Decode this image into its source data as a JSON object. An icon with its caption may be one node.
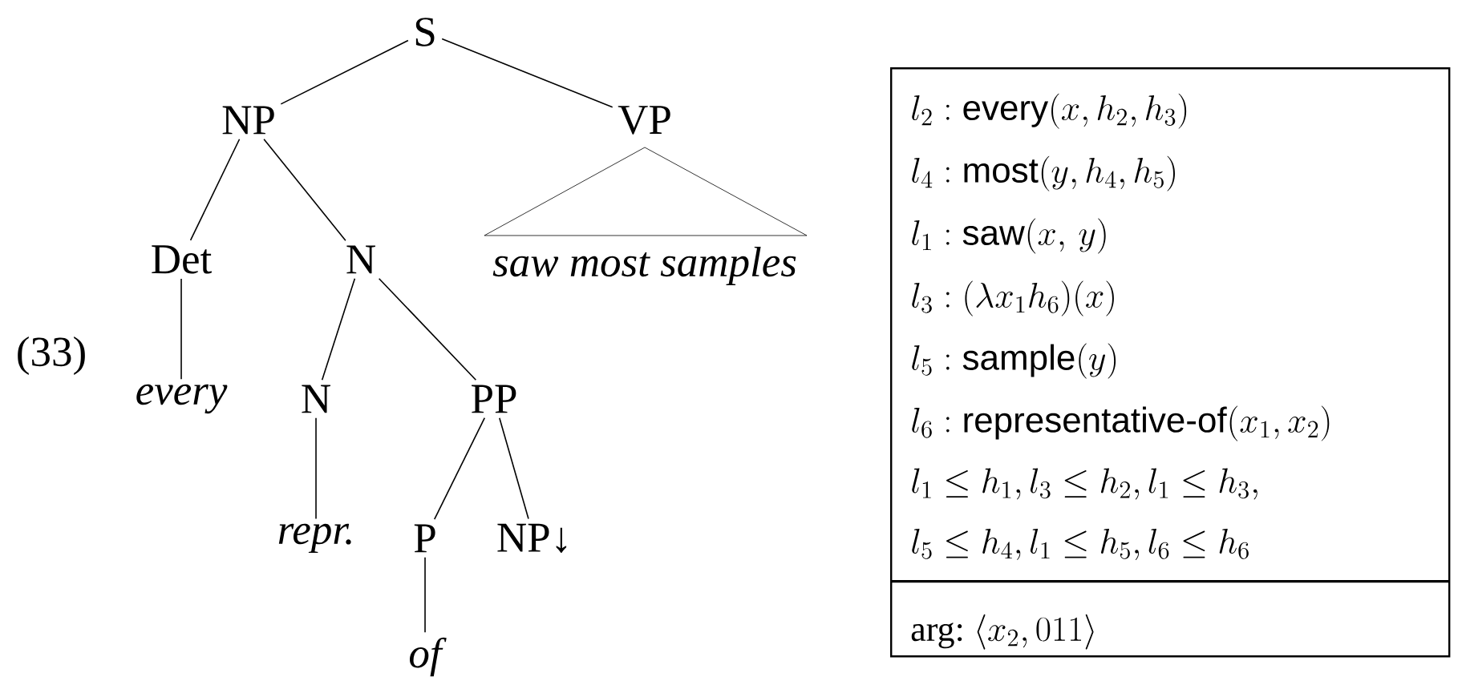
{
  "diagram": {
    "nodes": [
      {
        "text": [
          "S"
        ]
      },
      {
        "text": [
          "NP"
        ]
      },
      {
        "text": [
          "VP"
        ]
      },
      {
        "text": [
          "Det"
        ]
      },
      {
        "text": [
          "N"
        ]
      },
      {
        "text": [
          "every"
        ]
      },
      {
        "text": [
          "N"
        ]
      },
      {
        "text": [
          "PP"
        ]
      },
      {
        "text": [
          "repr."
        ]
      },
      {
        "text": [
          "P"
        ]
      },
      {
        "text": [
          "NP↓"
        ]
      },
      {
        "text": [
          "of"
        ]
      },
      {
        "text": [
          "saw most samples"
        ]
      },
      {
        "text": [
          "l_2 : \\textsf{every}(x, h_2, h_3)",
          "l_4 : \\textsf{most}(y, h_4, h_5)",
          "l_1 : \\textsf{saw}(x,\\, y)",
          "l_3 : (\\lambda x_1 h_6)(x)",
          "l_5 : \\textsf{sample}(y)",
          "l_6 : \\textsf{representative-of}(x_1, x_2)",
          "l_1 \\leq h_1, l_3 \\leq h_2, l_1 \\leq h_3,",
          "l_5 \\leq h_4, l_1 \\leq h_5, l_6 \\leq h_6",
          "\\textrm{arg:}\\ \\langle x_2, 011\\rangle"
        ]
      }
    ],
    "edges": [
      {
        "from": 0,
        "to": 1,
        "arrow": "none"
      },
      {
        "from": 0,
        "to": 2,
        "arrow": "none"
      },
      {
        "from": 1,
        "to": 3,
        "arrow": "none"
      },
      {
        "from": 1,
        "to": 4,
        "arrow": "none"
      },
      {
        "from": 3,
        "to": 5,
        "arrow": "none"
      },
      {
        "from": 4,
        "to": 6,
        "arrow": "none"
      },
      {
        "from": 4,
        "to": 7,
        "arrow": "none"
      },
      {
        "from": 6,
        "to": 8,
        "arrow": "none"
      },
      {
        "from": 7,
        "to": 9,
        "arrow": "none"
      },
      {
        "from": 7,
        "to": 10,
        "arrow": "none"
      },
      {
        "from": 9,
        "to": 11,
        "arrow": "none"
      }
    ],
    "labels": [
      "(33)"
    ]
  }
}
